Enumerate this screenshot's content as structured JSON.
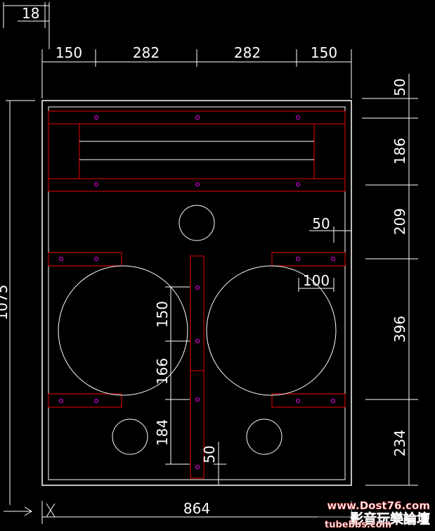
{
  "dimensions": {
    "top_left_offset": "18",
    "top_widths": [
      "150",
      "282",
      "282",
      "150"
    ],
    "total_height": "1075",
    "right_heights": [
      "50",
      "186",
      "209",
      "396",
      "234"
    ],
    "brace_offset": "50",
    "panel_offset": "100",
    "center_strip_heights": [
      "150",
      "166",
      "184"
    ],
    "bottom_offset": "50",
    "total_width": "864"
  },
  "watermark": {
    "url": "www.Dost76.com",
    "chinese": "影音玩樂論壇",
    "site": "tubebbs.com"
  },
  "colors": {
    "background": "#000000",
    "lines": "#ffffff",
    "panels": "#ff0000",
    "screws": "#ff00ff",
    "watermark_red": "#cc2222"
  }
}
